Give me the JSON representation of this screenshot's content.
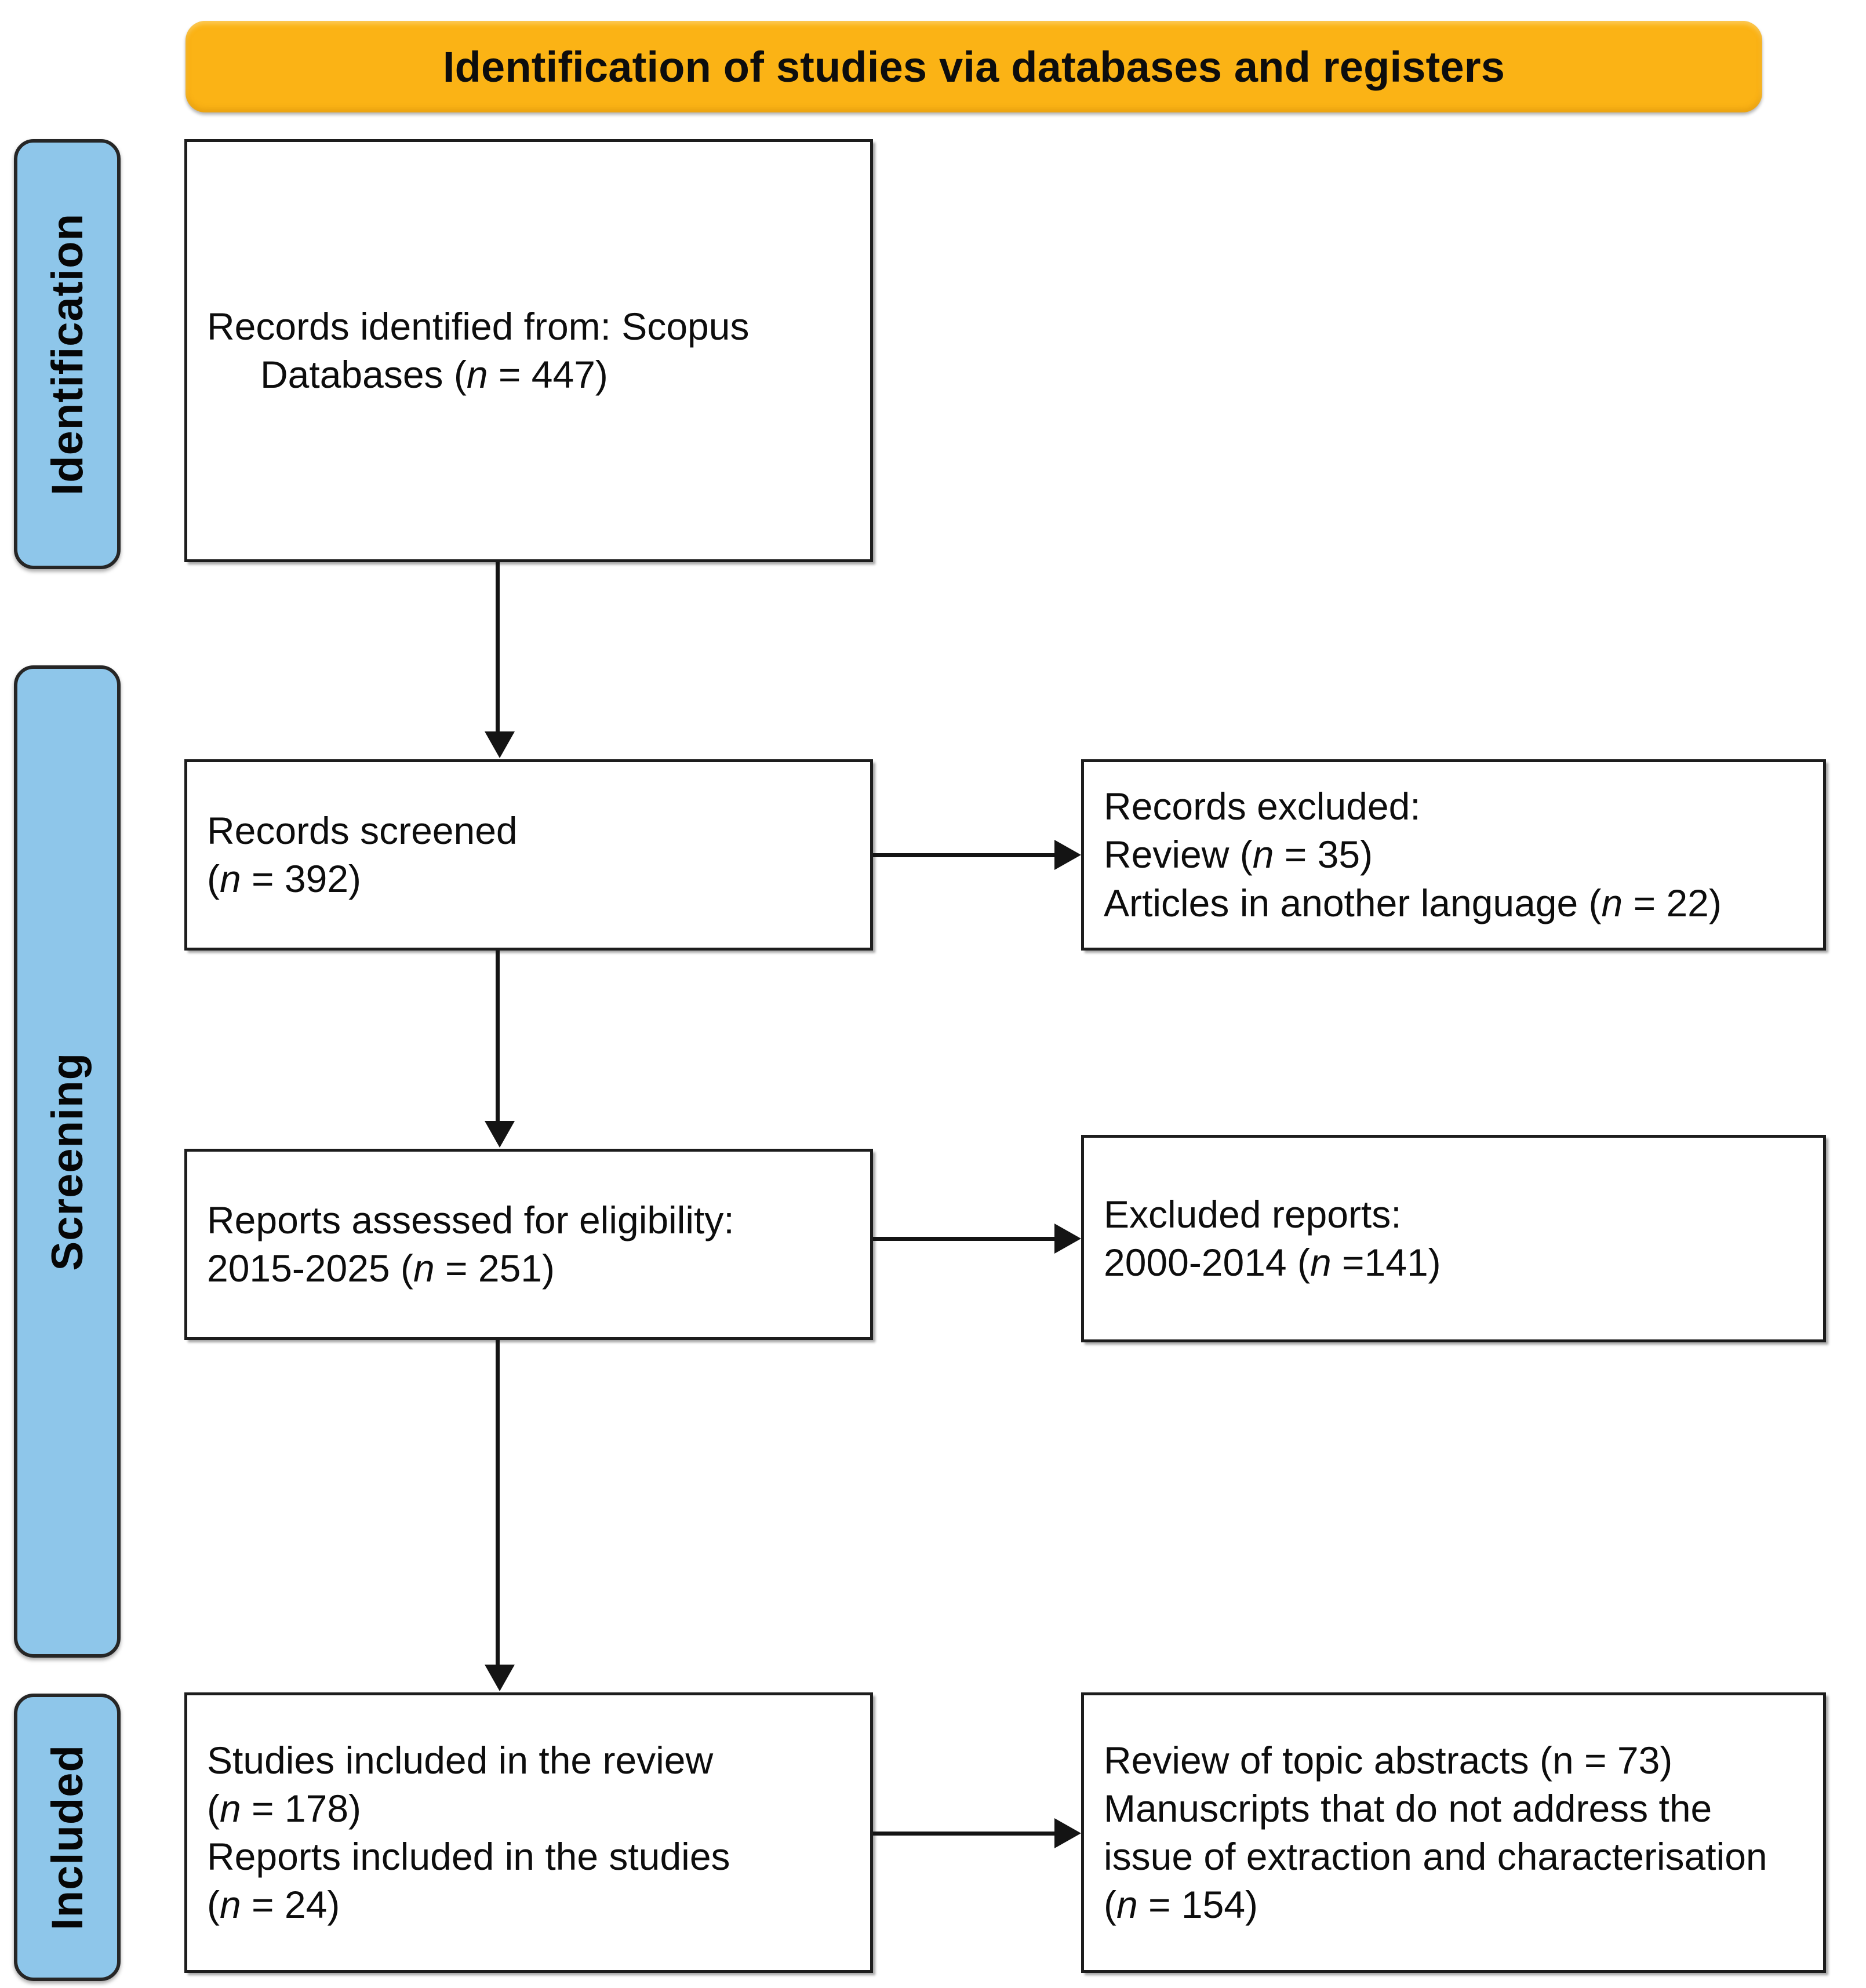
{
  "diagram": {
    "title": "Identification of studies via databases and registers",
    "type": "PRISMA flow diagram"
  },
  "header": {
    "label": "Identification of studies via databases and registers",
    "color": "#fbb315"
  },
  "stages": [
    {
      "key": "identification",
      "label": "Identification",
      "color": "#8ec6ea"
    },
    {
      "key": "screening",
      "label": "Screening",
      "color": "#8ec6ea"
    },
    {
      "key": "included",
      "label": "Included",
      "color": "#8ec6ea"
    }
  ],
  "boxes": {
    "identified": {
      "line1": "Records identified from: Scopus",
      "line2_pre": "Databases (",
      "line2_n": "n",
      "line2_post": " = 447)"
    },
    "screened": {
      "line1": "Records screened",
      "line2_pre": "(",
      "line2_n": "n",
      "line2_post": " = 392)"
    },
    "excluded_records": {
      "line1": "Records excluded:",
      "line2_pre": "Review (",
      "line2_n": "n",
      "line2_post": " = 35)",
      "line3_pre": "Articles in another language (",
      "line3_n": "n",
      "line3_post": " = 22)"
    },
    "eligibility": {
      "line1": "Reports assessed for eligibility:",
      "line2_pre": "2015-2025  (",
      "line2_n": "n",
      "line2_post": " = 251)"
    },
    "excluded_reports": {
      "line1": "Excluded reports:",
      "line2_pre": "2000-2014  (",
      "line2_n": "n",
      "line2_post": " =141)"
    },
    "included": {
      "line1": "Studies included in the review",
      "line2_pre": "(",
      "line2_n": "n",
      "line2_post": " = 178)",
      "line3": "Reports included in the studies",
      "line4_pre": "(",
      "line4_n": "n",
      "line4_post": " = 24)"
    },
    "excluded_final": {
      "line1": "Review of topic abstracts (n = 73)",
      "line2": "Manuscripts that do not address the",
      "line3": "issue of extraction and characterisation",
      "line4_pre": "(",
      "line4_n": "n",
      "line4_post": " = 154)"
    }
  },
  "flow_data": {
    "type": "flowchart",
    "records_identified": 447,
    "records_screened": 392,
    "records_excluded_review": 35,
    "records_excluded_language": 22,
    "reports_assessed": 251,
    "reports_excluded_date": 141,
    "studies_included": 178,
    "reports_included": 24,
    "excluded_topic_abstracts": 73,
    "excluded_not_addressing": 154
  }
}
